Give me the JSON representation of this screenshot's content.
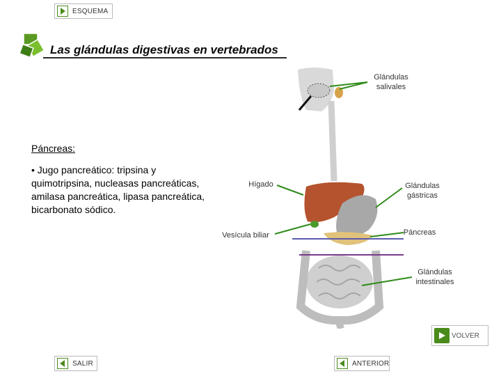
{
  "nav": {
    "esquema_label": "ESQUEMA",
    "salir_label": "SALIR",
    "anterior_label": "ANTERIOR",
    "volver_label": "VOLVER"
  },
  "page": {
    "title": "Las glándulas digestivas en vertebrados"
  },
  "section": {
    "heading": "Páncreas:",
    "body": "• Jugo pancreático: tripsina y quimotripsina, nucleasas pancreáticas, amilasa pancreática, lipasa pancreática, bicarbonato sódico."
  },
  "diagram": {
    "labels": {
      "salivales": "Glándulas salivales",
      "higado": "Hígado",
      "gastricas": "Glándulas gástricas",
      "vesicula": "Vesícula biliar",
      "pancreas": "Páncreas",
      "intestinales": "Glándulas intestinales"
    }
  },
  "colors": {
    "accent_green": "#4a8b1c",
    "arrow_green": "#2e8b1a",
    "liver": "#b5532e",
    "stomach": "#9a9a9a"
  }
}
